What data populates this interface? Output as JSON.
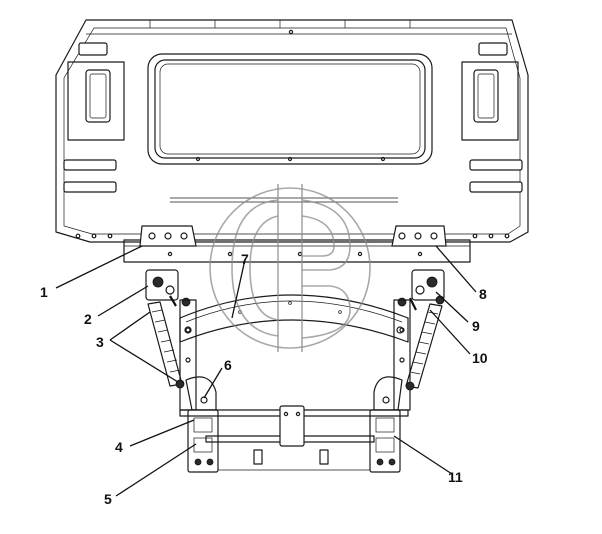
{
  "diagram": {
    "callouts": [
      {
        "id": "1",
        "label": "1"
      },
      {
        "id": "2",
        "label": "2"
      },
      {
        "id": "3",
        "label": "3"
      },
      {
        "id": "4",
        "label": "4"
      },
      {
        "id": "5",
        "label": "5"
      },
      {
        "id": "6",
        "label": "6"
      },
      {
        "id": "7",
        "label": "7"
      },
      {
        "id": "8",
        "label": "8"
      },
      {
        "id": "9",
        "label": "9"
      },
      {
        "id": "10",
        "label": "10"
      },
      {
        "id": "11",
        "label": "11"
      }
    ]
  },
  "colors": {
    "line": "#1a1a1a",
    "watermark": "#8c8c8c",
    "background": "#ffffff"
  }
}
